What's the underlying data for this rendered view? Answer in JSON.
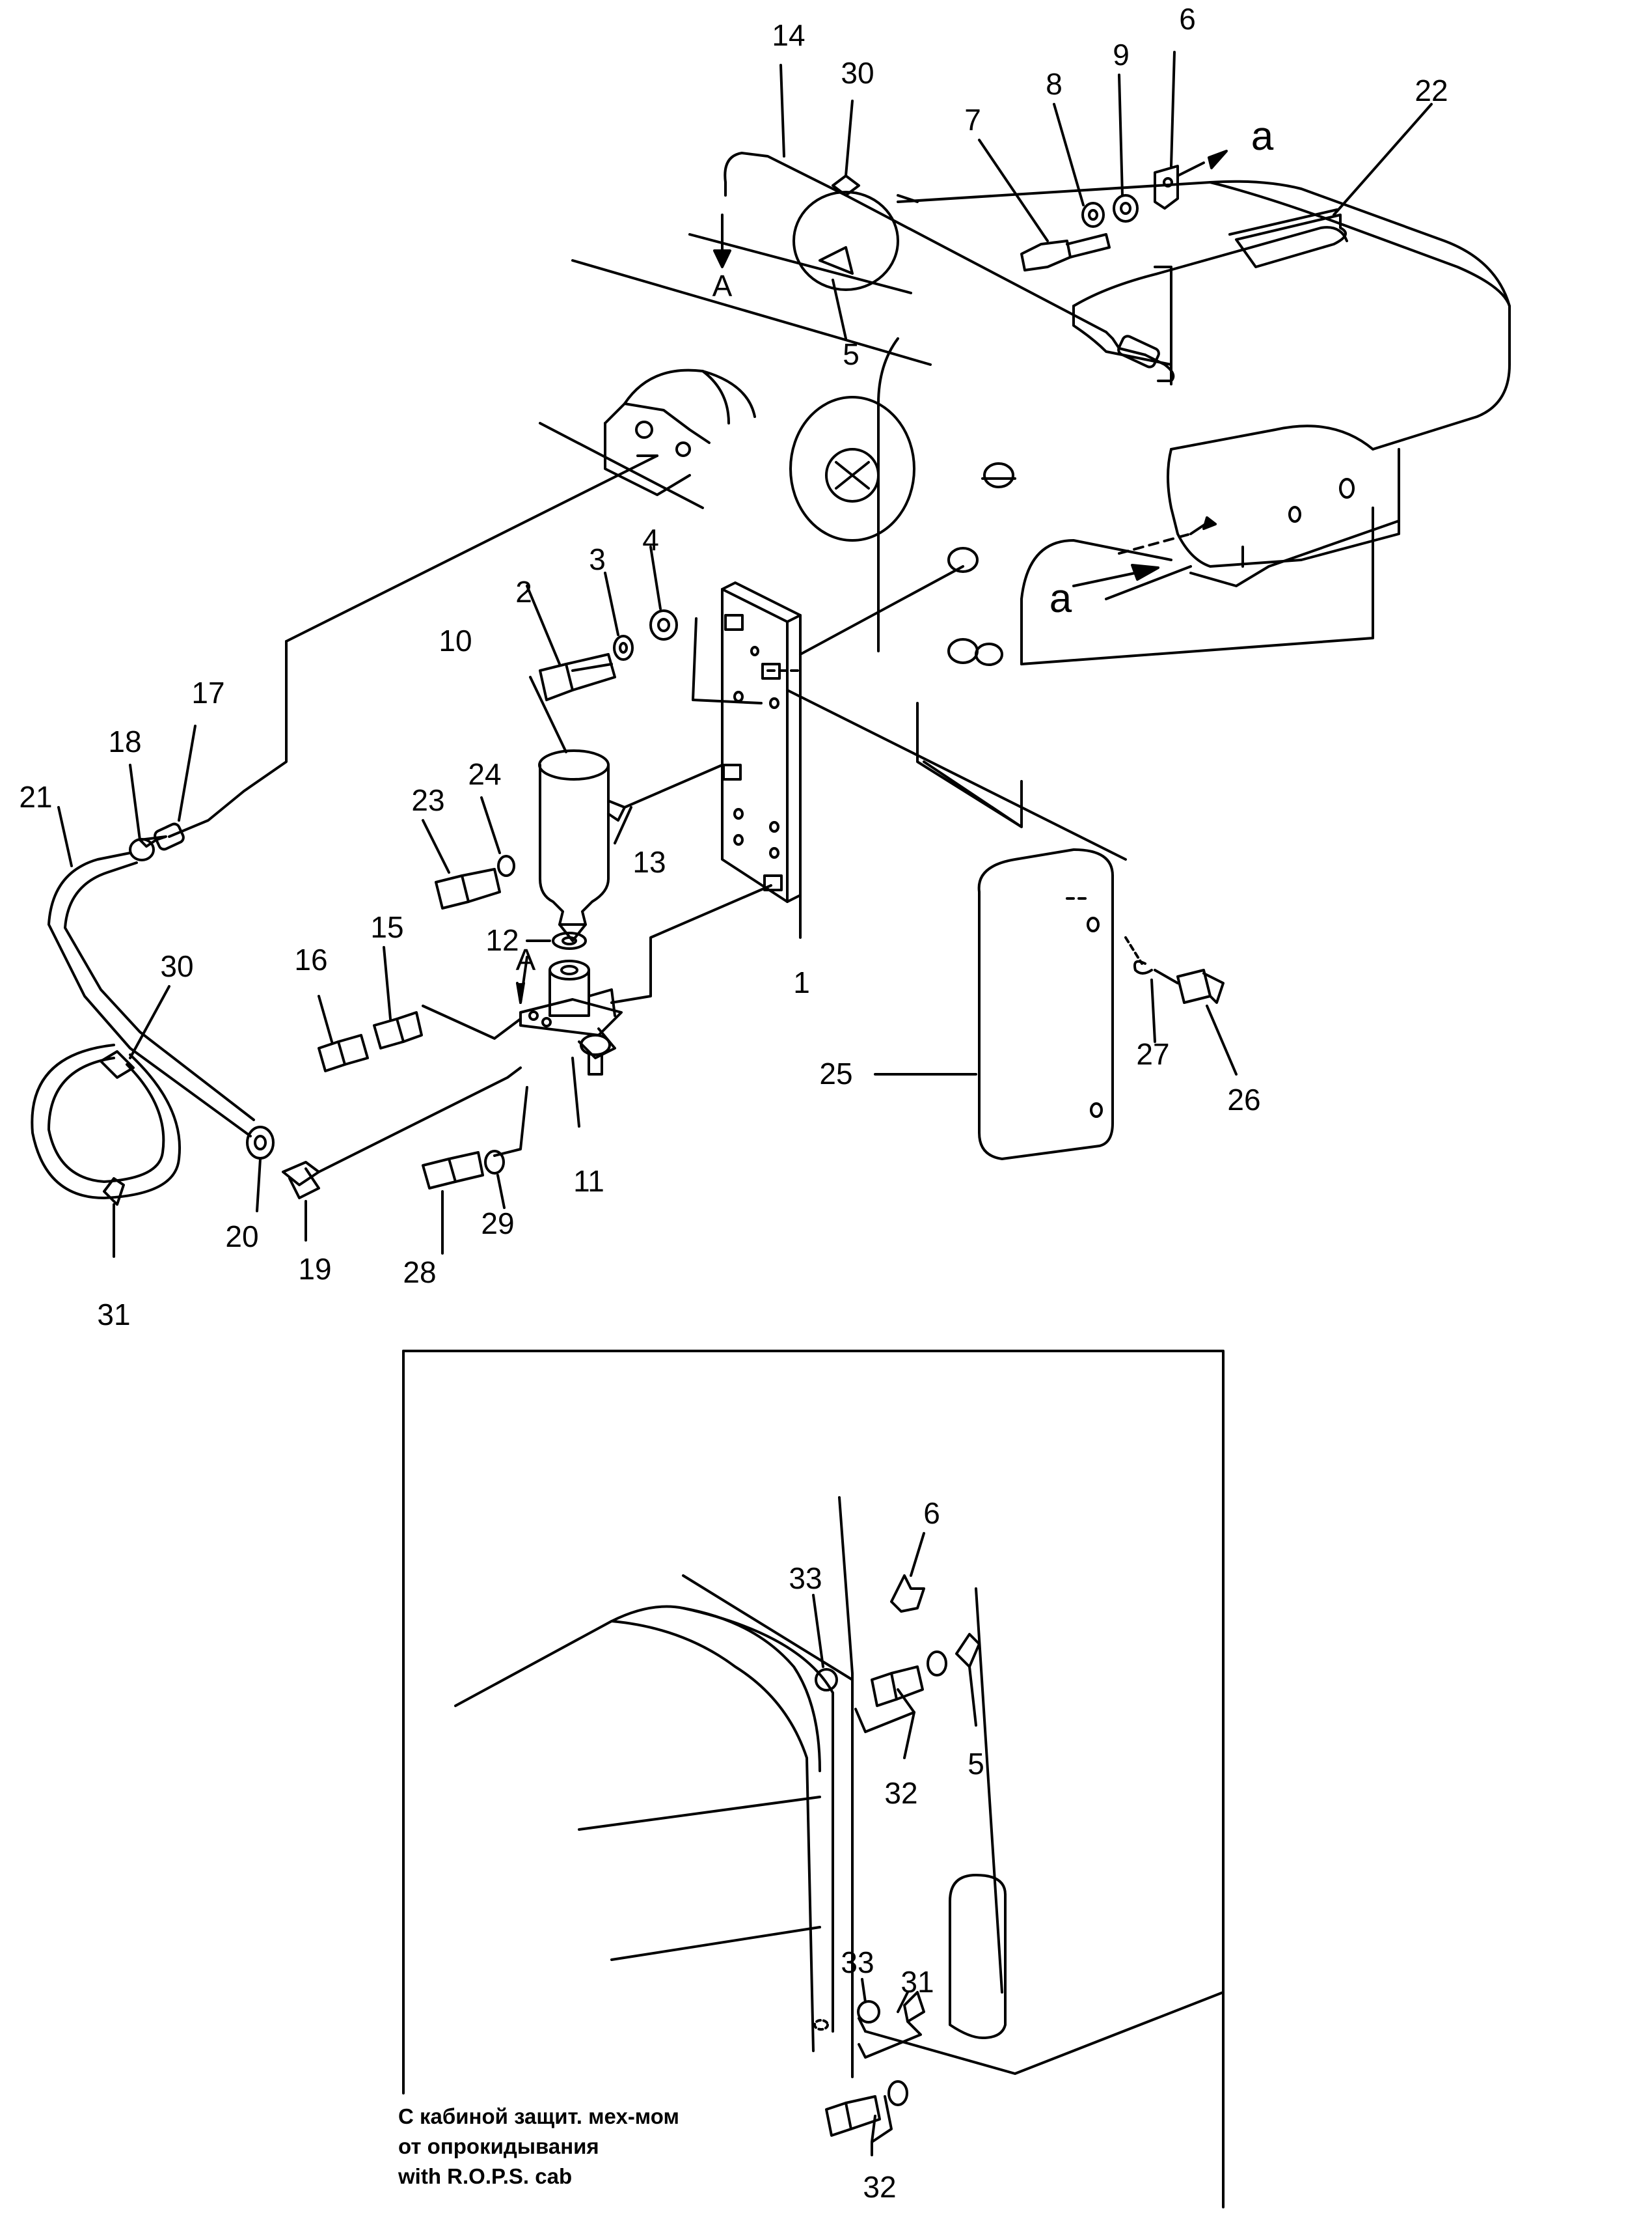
{
  "labels": {
    "n1": "1",
    "n2": "2",
    "n3": "3",
    "n4": "4",
    "n5": "5",
    "n6": "6",
    "n7": "7",
    "n8": "8",
    "n9": "9",
    "n10": "10",
    "n11": "11",
    "n12": "12",
    "n13": "13",
    "n14": "14",
    "n15": "15",
    "n16": "16",
    "n17": "17",
    "n18": "18",
    "n19": "19",
    "n20": "20",
    "n21": "21",
    "n22": "22",
    "n23": "23",
    "n24": "24",
    "n25": "25",
    "n26": "26",
    "n27": "27",
    "n28": "28",
    "n29": "29",
    "n30": "30",
    "n31": "31",
    "n32": "32",
    "n33": "33",
    "view_a": "A",
    "ref_a": "a"
  },
  "inset": {
    "caption_ru_1": "С кабиной защит. мех-мом",
    "caption_ru_2": "от опрокидывания",
    "caption_en": "with R.O.P.S. cab"
  }
}
